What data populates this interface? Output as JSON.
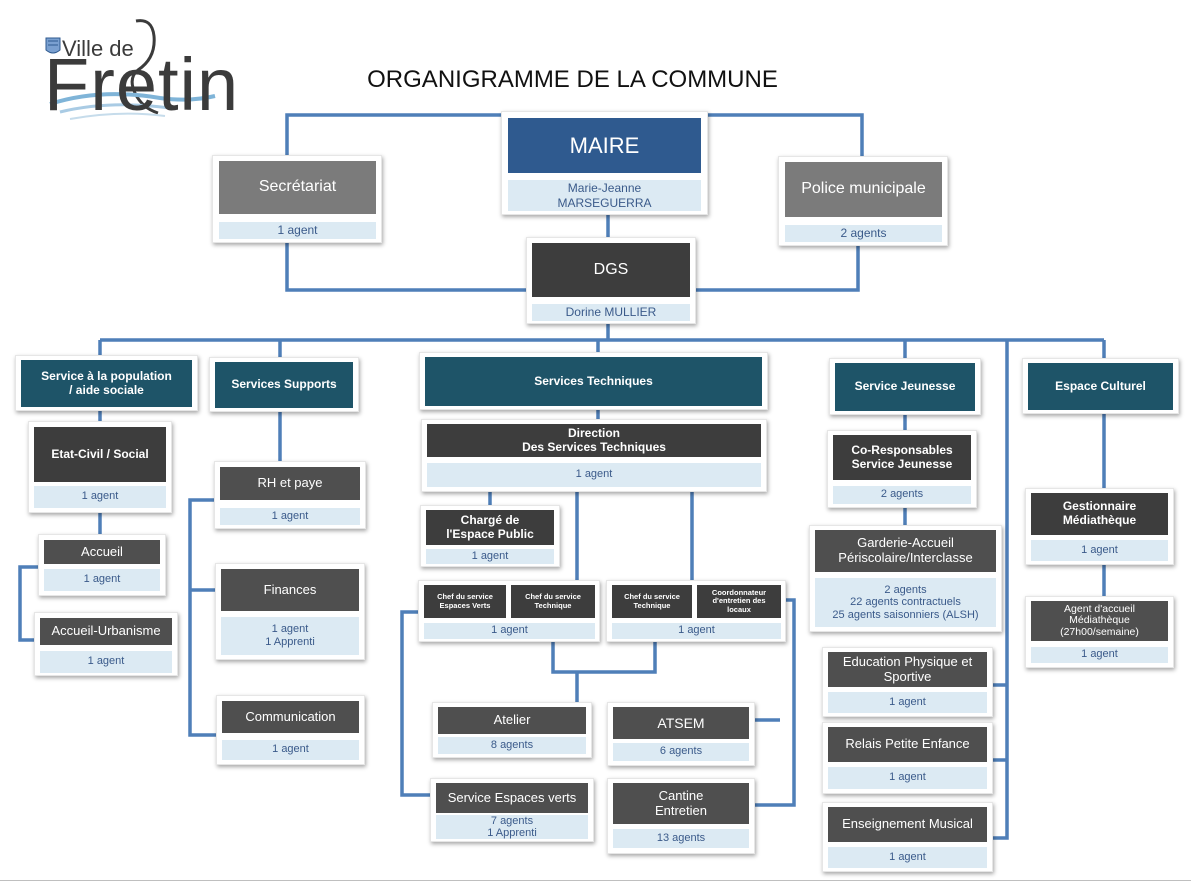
{
  "header": {
    "logo_small": "Ville de",
    "logo_big": "Fretin",
    "title": "ORGANIGRAMME DE LA COMMUNE"
  },
  "top": {
    "maire": {
      "title": "MAIRE",
      "info": "Marie-Jeanne\nMARSEGUERRA"
    },
    "secretariat": {
      "title": "Secrétariat",
      "info": "1 agent"
    },
    "police": {
      "title": "Police municipale",
      "info": "2 agents"
    },
    "dgs": {
      "title": "DGS",
      "info": "Dorine MULLIER"
    }
  },
  "population": {
    "title": "Service à la population\n/ aide sociale",
    "etat_civil": {
      "title": "Etat-Civil / Social",
      "info": "1 agent"
    },
    "accueil": {
      "title": "Accueil",
      "info": "1 agent"
    },
    "accueil_urbanisme": {
      "title": "Accueil-Urbanisme",
      "info": "1 agent"
    }
  },
  "supports": {
    "title": "Services Supports",
    "rh": {
      "title": "RH et paye",
      "info": "1 agent"
    },
    "finances": {
      "title": "Finances",
      "info": "1 agent\n1 Apprenti"
    },
    "communication": {
      "title": "Communication",
      "info": "1 agent"
    }
  },
  "techniques": {
    "title": "Services Techniques",
    "direction": {
      "title": "Direction\nDes Services Techniques",
      "info": "1 agent"
    },
    "espace_public": {
      "title": "Chargé de\nl'Espace Public",
      "info": "1 agent"
    },
    "chef_ev": "Chef du service\nEspaces Verts",
    "chef_tech_1": "Chef du service\nTechnique",
    "pair1_info": "1 agent",
    "chef_tech_2": "Chef du service\nTechnique",
    "coordonnateur": "Coordonnateur\nd'entretien des\nlocaux",
    "pair2_info": "1 agent",
    "atelier": {
      "title": "Atelier",
      "info": "8 agents"
    },
    "atsem": {
      "title": "ATSEM",
      "info": "6 agents"
    },
    "espaces_verts": {
      "title": "Service Espaces verts",
      "info": "7 agents\n1 Apprenti"
    },
    "cantine": {
      "title": "Cantine\nEntretien",
      "info": "13 agents"
    }
  },
  "jeunesse": {
    "title": "Service Jeunesse",
    "co_resp": {
      "title": "Co-Responsables\nService Jeunesse",
      "info": "2 agents"
    },
    "garderie": {
      "title": "Garderie-Accueil\nPériscolaire/Interclasse",
      "info": "2 agents\n22 agents contractuels\n25 agents saisonniers (ALSH)"
    },
    "eps": {
      "title": "Education Physique et\nSportive",
      "info": "1 agent"
    },
    "relais": {
      "title": "Relais Petite Enfance",
      "info": "1 agent"
    },
    "musical": {
      "title": "Enseignement Musical",
      "info": "1 agent"
    }
  },
  "culturel": {
    "title": "Espace Culturel",
    "gestionnaire": {
      "title": "Gestionnaire\nMédiathèque",
      "info": "1 agent"
    },
    "agent_accueil": {
      "title": "Agent d'accueil\nMédiathèque\n(27h00/semaine)",
      "info": "1 agent"
    }
  },
  "colors": {
    "line": "#4f7fb8",
    "maire": "#2f5a8f",
    "teal": "#1e5468",
    "dark": "#3d3d3d",
    "grey": "#7b7b7b",
    "info_bg": "#dceaf3"
  }
}
